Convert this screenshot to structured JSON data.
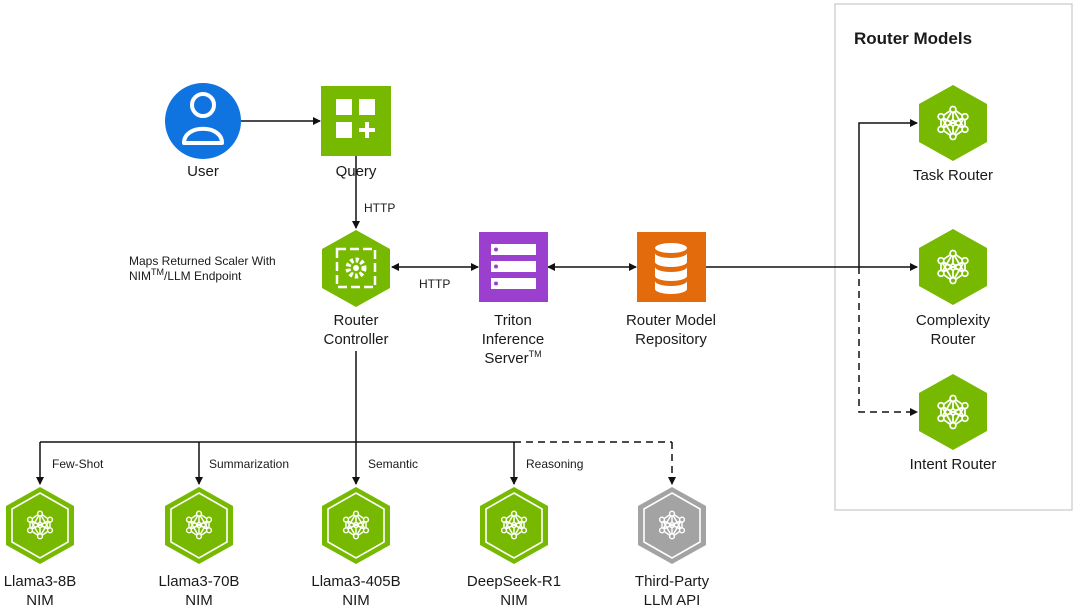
{
  "panel": {
    "title": "Router Models"
  },
  "nodes": {
    "user": {
      "label": "User"
    },
    "query": {
      "label": "Query"
    },
    "router_controller": {
      "line1": "Router",
      "line2": "Controller"
    },
    "triton": {
      "line1": "Triton",
      "line2": "Inference",
      "line3": "Server",
      "tm": "TM"
    },
    "repository": {
      "line1": "Router Model",
      "line2": "Repository"
    },
    "task_router": {
      "label": "Task Router"
    },
    "complexity_router": {
      "line1": "Complexity",
      "line2": "Router"
    },
    "intent_router": {
      "label": "Intent Router"
    },
    "llama8b": {
      "line1": "Llama3-8B",
      "line2": "NIM"
    },
    "llama70b": {
      "line1": "Llama3-70B",
      "line2": "NIM"
    },
    "llama405b": {
      "line1": "Llama3-405B",
      "line2": "NIM"
    },
    "deepseek": {
      "line1": "DeepSeek-R1",
      "line2": "NIM"
    },
    "thirdparty": {
      "line1": "Third-Party",
      "line2": "LLM API"
    }
  },
  "annotations": {
    "maps_line1": "Maps Returned Scaler With",
    "maps_nim": "NIM",
    "maps_tm": "TM",
    "maps_rest": "/LLM Endpoint",
    "http_query": "HTTP",
    "http_triton": "HTTP"
  },
  "edges": {
    "few_shot": "Few-Shot",
    "summarization": "Summarization",
    "semantic": "Semantic",
    "reasoning": "Reasoning"
  },
  "colors": {
    "green": "#76b900",
    "green_dark": "#5e9400",
    "purple": "#9b3fcf",
    "orange": "#e46b0c",
    "blue": "#0f74e0",
    "gray": "#a3a3a3",
    "gray_dark": "#8a8a8a"
  }
}
